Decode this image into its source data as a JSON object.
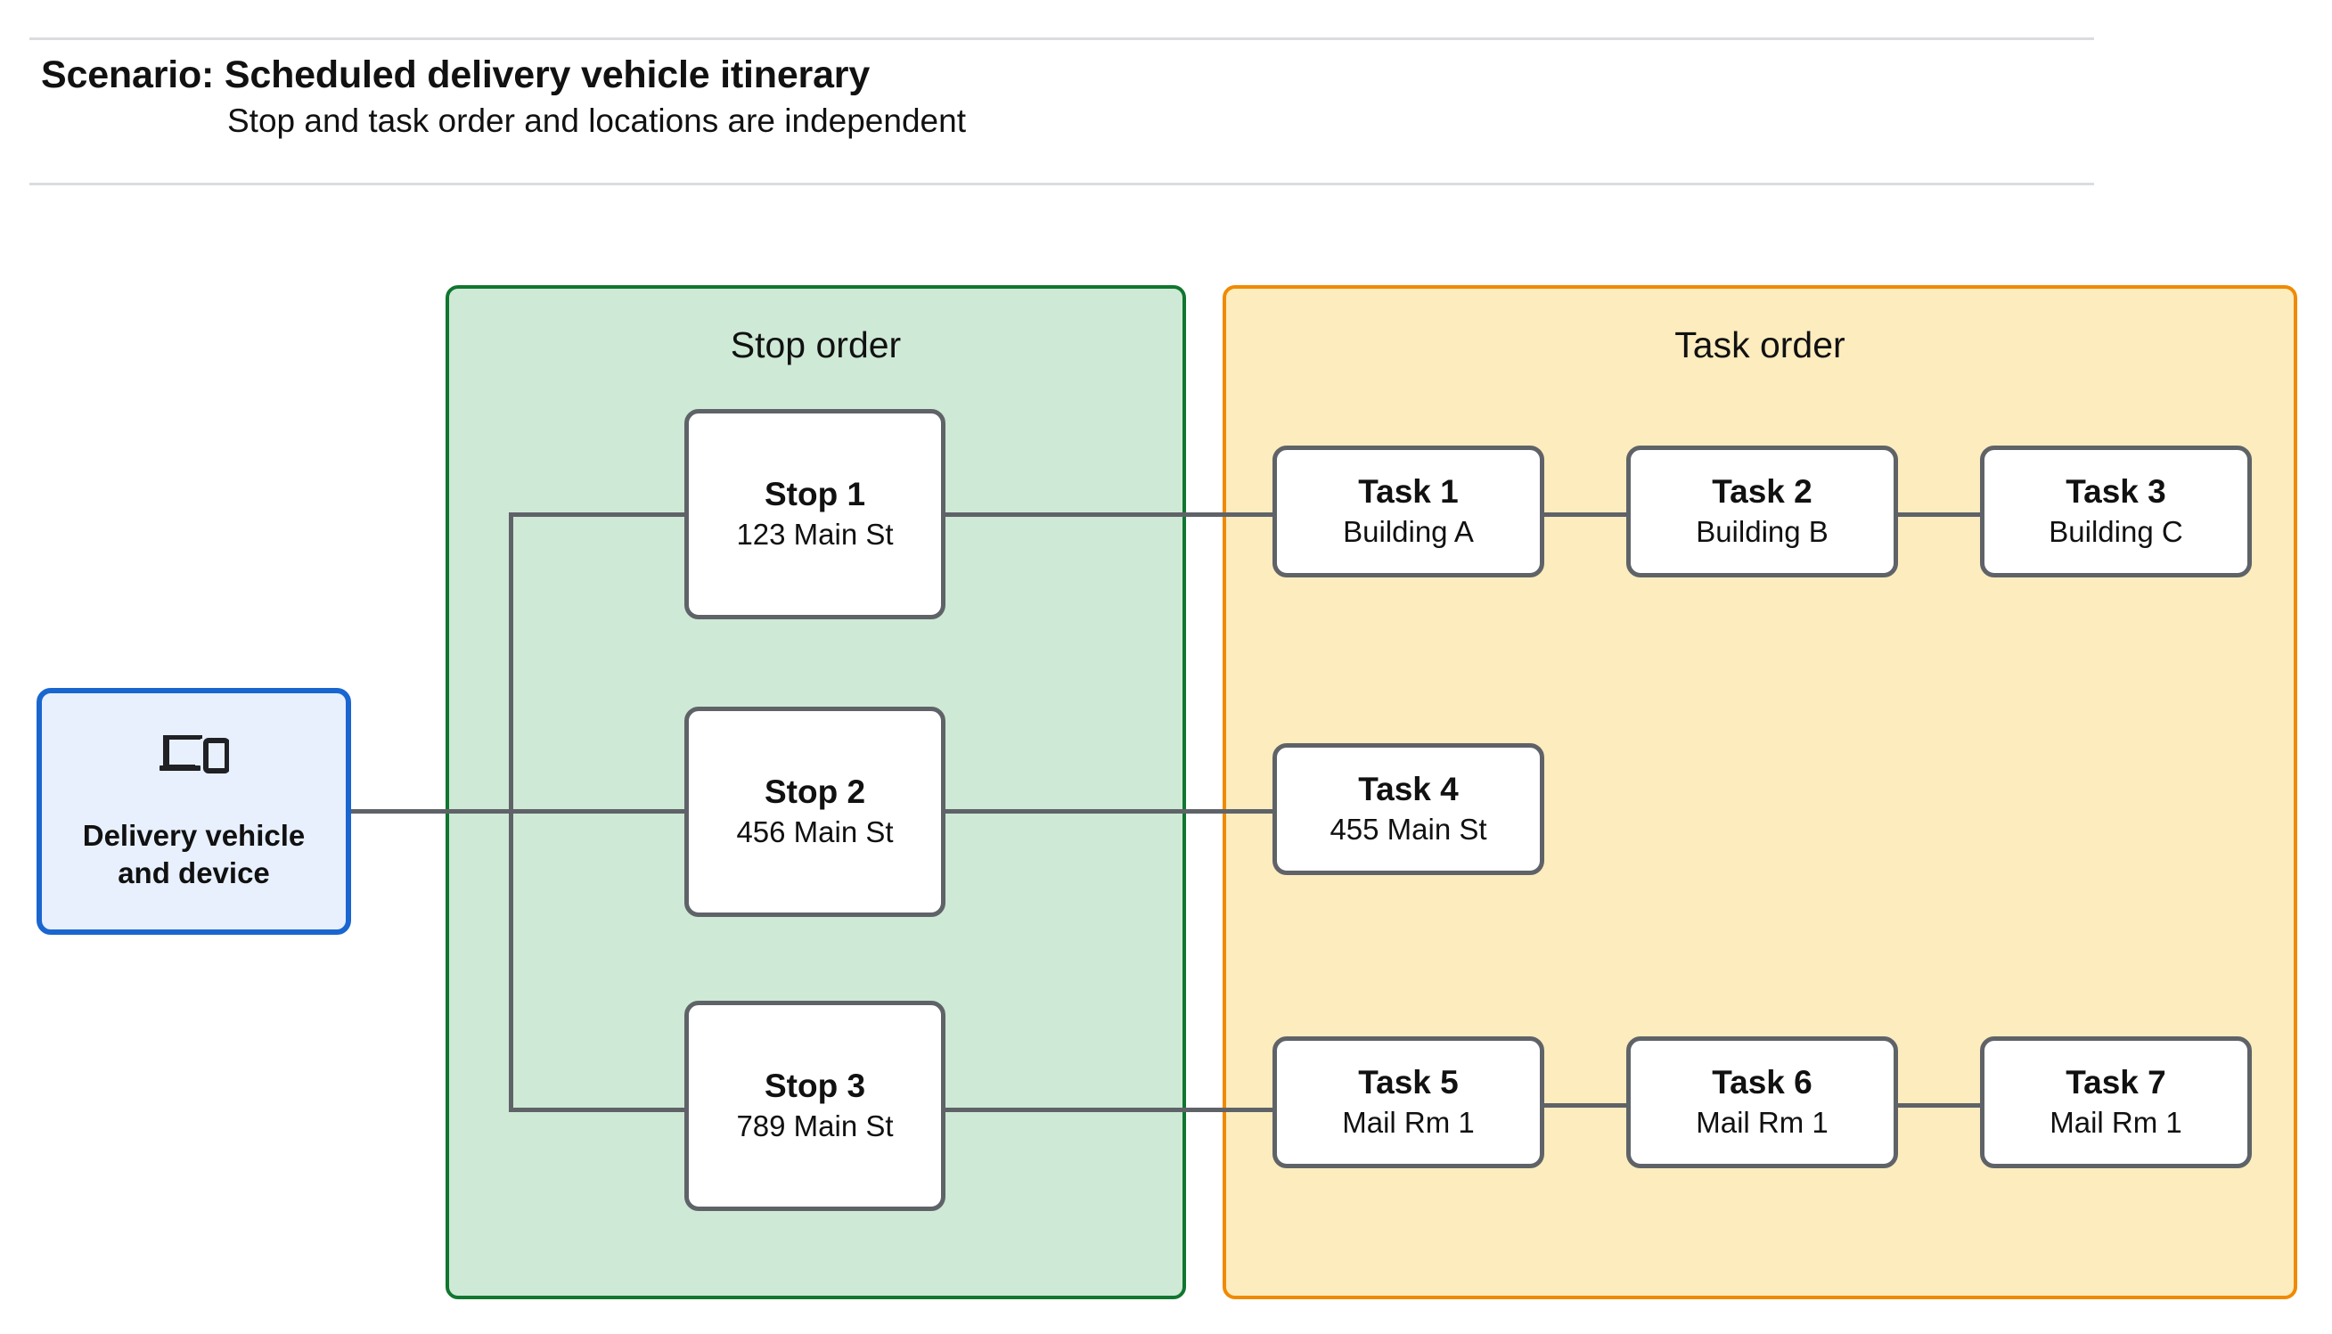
{
  "header": {
    "title": "Scenario: Scheduled delivery vehicle itinerary",
    "subtitle": "Stop and task order and locations are independent"
  },
  "vehicle": {
    "label": "Delivery vehicle\nand device",
    "icon": "devices-laptop-phone-icon"
  },
  "groups": {
    "stop_order": {
      "title": "Stop order",
      "fill": "#cee9d6",
      "border": "#11762f"
    },
    "task_order": {
      "title": "Task order",
      "fill": "#fcecbe",
      "border": "#f08a00"
    }
  },
  "stops": [
    {
      "title": "Stop 1",
      "location": "123 Main St"
    },
    {
      "title": "Stop 2",
      "location": "456 Main St"
    },
    {
      "title": "Stop 3",
      "location": "789 Main St"
    }
  ],
  "tasks": [
    {
      "title": "Task 1",
      "location": "Building A"
    },
    {
      "title": "Task 2",
      "location": "Building B"
    },
    {
      "title": "Task 3",
      "location": "Building C"
    },
    {
      "title": "Task 4",
      "location": "455 Main St"
    },
    {
      "title": "Task 5",
      "location": "Mail Rm 1"
    },
    {
      "title": "Task 6",
      "location": "Mail Rm 1"
    },
    {
      "title": "Task 7",
      "location": "Mail Rm 1"
    }
  ],
  "colors": {
    "node_border": "#5f6368",
    "connector": "#5f6368",
    "vehicle_border": "#1a66d0",
    "vehicle_fill": "#e8f0fe",
    "rule": "#dadce0"
  }
}
